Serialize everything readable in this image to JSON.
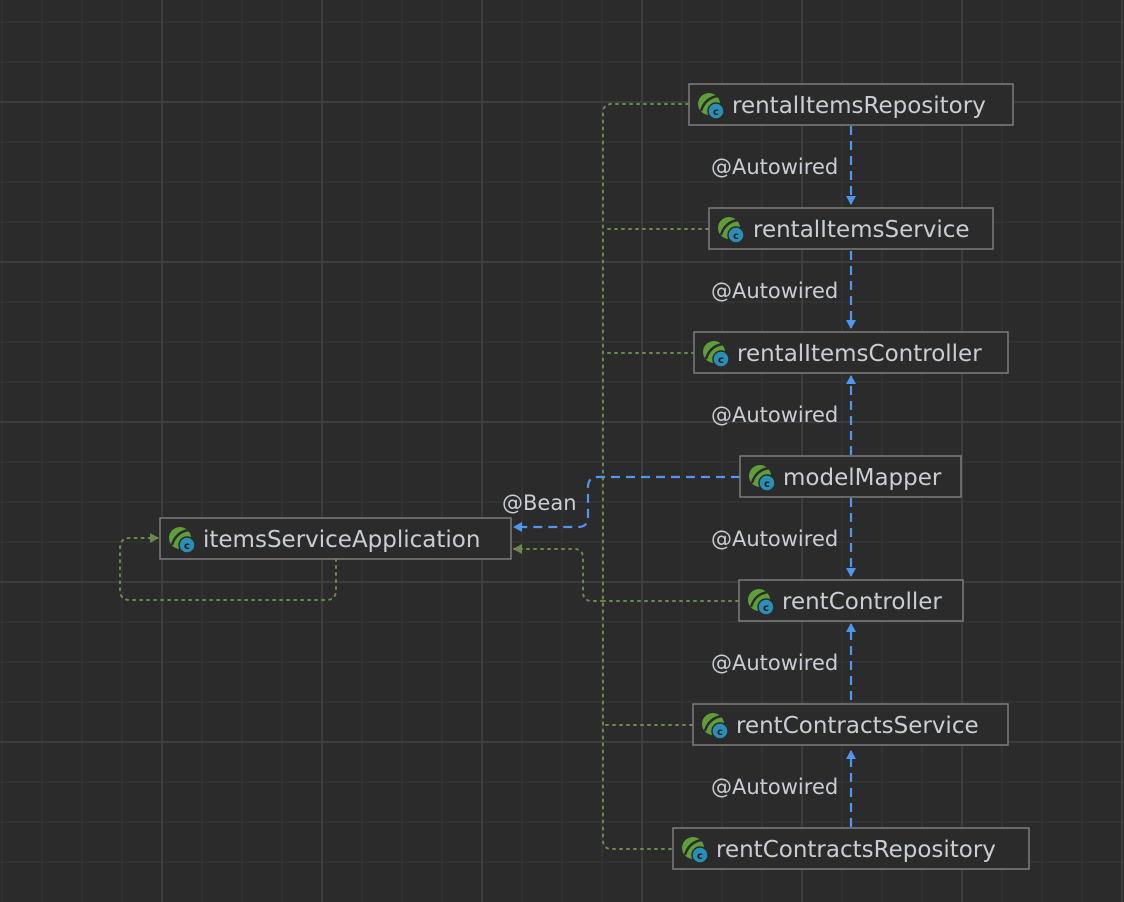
{
  "nodes": {
    "rentalItemsRepository": "rentalItemsRepository",
    "rentalItemsService": "rentalItemsService",
    "rentalItemsController": "rentalItemsController",
    "modelMapper": "modelMapper",
    "rentController": "rentController",
    "rentContractsService": "rentContractsService",
    "rentContractsRepository": "rentContractsRepository",
    "itemsServiceApplication": "itemsServiceApplication"
  },
  "edge_labels": {
    "autowired": "@Autowired",
    "bean": "@Bean"
  },
  "colors": {
    "background": "#2b2b2b",
    "autowired_edge": "#4f96ef",
    "dependency_dotted": "#6a8a4c",
    "bean_icon_leaf": "#5e9e3b",
    "bean_icon_badge": "#2a8fb4"
  },
  "icon": "spring-bean-class-icon"
}
